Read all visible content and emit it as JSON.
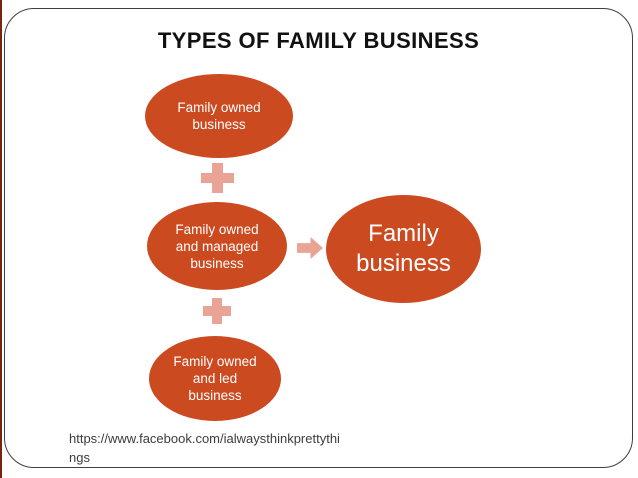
{
  "title": "TYPES OF FAMILY BUSINESS",
  "diagram": {
    "sources": [
      {
        "name": "family-owned-business",
        "lines": [
          "Family owned",
          "business"
        ]
      },
      {
        "name": "family-owned-managed-business",
        "lines": [
          "Family owned",
          "and managed",
          "business"
        ]
      },
      {
        "name": "family-owned-led-business",
        "lines": [
          "Family owned",
          "and led",
          "business"
        ]
      }
    ],
    "result": {
      "name": "family-business",
      "lines": [
        "Family",
        "business"
      ]
    }
  },
  "footer": {
    "url_lines": [
      "https://www.facebook.com/ialwaysthinkprettythi",
      "ngs"
    ]
  },
  "colors": {
    "ellipse": "#CC4A20",
    "ellipse_text": "#FFFFFF",
    "connector": "#EAA496",
    "title": "#111111",
    "url_text": "#3C3C3C",
    "slide_border": "#3F3F3F",
    "edge_strip": "#7B2313"
  }
}
